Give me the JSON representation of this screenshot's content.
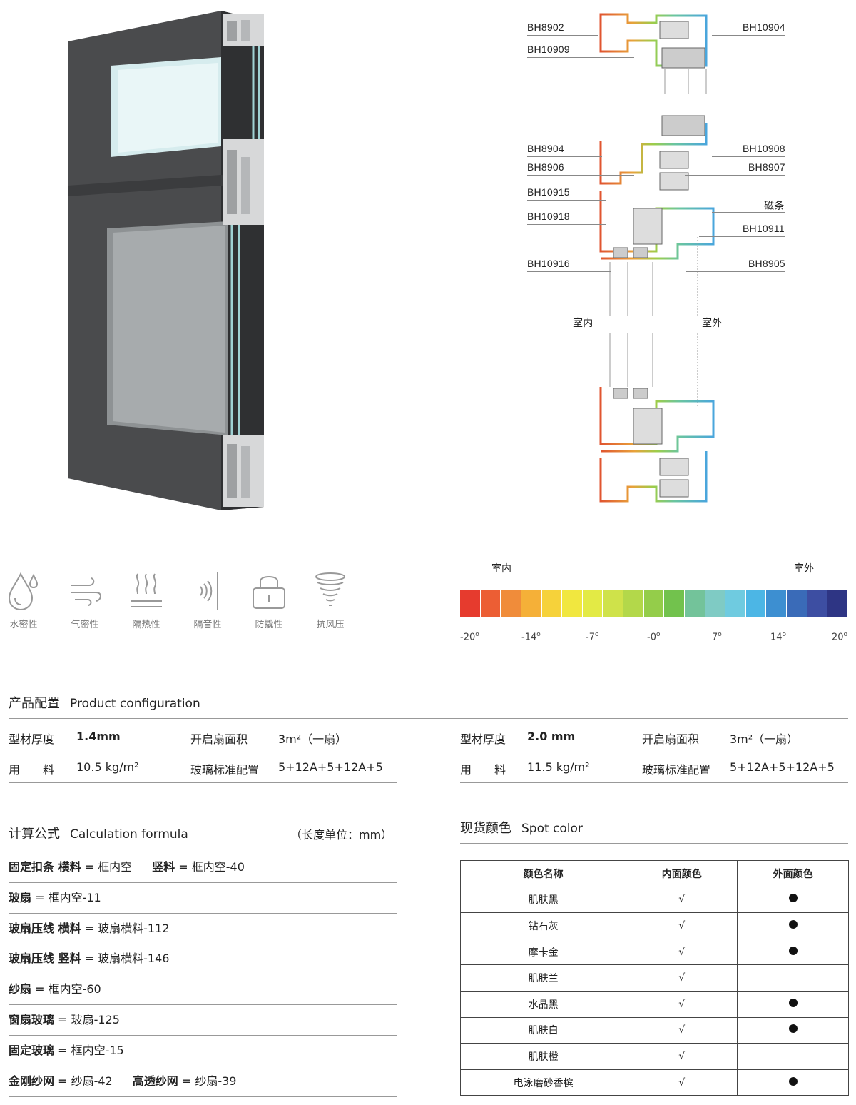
{
  "diagram": {
    "labels_left": [
      "BH8902",
      "BH10909",
      "BH8904",
      "BH8906",
      "BH10915",
      "BH10918",
      "BH10916"
    ],
    "labels_right": [
      "BH10904",
      "BH10908",
      "BH8907",
      "磁条",
      "BH10911",
      "BH8905"
    ],
    "indoor": "室内",
    "outdoor": "室外"
  },
  "features": [
    {
      "label": "水密性",
      "icon": "water-drop-icon"
    },
    {
      "label": "气密性",
      "icon": "wind-icon"
    },
    {
      "label": "隔热性",
      "icon": "heat-icon"
    },
    {
      "label": "隔音性",
      "icon": "sound-icon"
    },
    {
      "label": "防撬性",
      "icon": "lock-icon"
    },
    {
      "label": "抗风压",
      "icon": "tornado-icon"
    }
  ],
  "temperature_scale": {
    "indoor": "室内",
    "outdoor": "室外",
    "ticks": [
      "-20",
      "-14",
      "-7",
      "-0",
      "7",
      "14",
      "20"
    ],
    "colors": [
      "#e63b2e",
      "#ec5e34",
      "#f08c3a",
      "#f5b038",
      "#f6d23a",
      "#f1e73f",
      "#e3ea45",
      "#cfe24a",
      "#b3d84a",
      "#94cd4a",
      "#72c24d",
      "#73c39a",
      "#7fcbc4",
      "#6fcbe0",
      "#4cb6e5",
      "#3d8fd1",
      "#3a6bb8",
      "#3d4ea2",
      "#2e3584"
    ]
  },
  "config": {
    "title_cn": "产品配置",
    "title_en": "Product configuration",
    "left": {
      "thickness_label": "型材厚度",
      "thickness": "1.4mm",
      "area_label": "开启扇面积",
      "area": "3m²（一扇）",
      "material_label": "用　　料",
      "material": "10.5 kg/m²",
      "glass_label": "玻璃标准配置",
      "glass": "5+12A+5+12A+5"
    },
    "right": {
      "thickness_label": "型材厚度",
      "thickness": "2.0 mm",
      "area_label": "开启扇面积",
      "area": "3m²（一扇）",
      "material_label": "用　　料",
      "material": "11.5 kg/m²",
      "glass_label": "玻璃标准配置",
      "glass": "5+12A+5+12A+5"
    }
  },
  "formula": {
    "title_cn": "计算公式",
    "title_en": "Calculation formula",
    "unit": "（长度单位：mm）",
    "rows": [
      {
        "b1": "固定扣条 横料",
        "t1": " = 框内空",
        "b2": "竖料",
        "t2": " = 框内空-40"
      },
      {
        "b1": "玻扇",
        "t1": " = 框内空-11"
      },
      {
        "b1": "玻扇压线 横料",
        "t1": " = 玻扇横料-112"
      },
      {
        "b1": "玻扇压线 竖料",
        "t1": " = 玻扇横料-146"
      },
      {
        "b1": "纱扇",
        "t1": " = 框内空-60"
      },
      {
        "b1": "窗扇玻璃",
        "t1": " = 玻扇-125"
      },
      {
        "b1": "固定玻璃",
        "t1": " = 框内空-15"
      },
      {
        "b1": "金刚纱网",
        "t1": " = 纱扇-42",
        "b2": "高透纱网",
        "t2": " = 纱扇-39"
      }
    ]
  },
  "spot_color": {
    "title_cn": "现货颜色",
    "title_en": "Spot color",
    "headers": [
      "颜色名称",
      "内面颜色",
      "外面颜色"
    ],
    "rows": [
      {
        "name": "肌肤黑",
        "inner": "√",
        "outer": true
      },
      {
        "name": "钻石灰",
        "inner": "√",
        "outer": true
      },
      {
        "name": "摩卡金",
        "inner": "√",
        "outer": true
      },
      {
        "name": "肌肤兰",
        "inner": "√",
        "outer": false
      },
      {
        "name": "水晶黑",
        "inner": "√",
        "outer": true
      },
      {
        "name": "肌肤白",
        "inner": "√",
        "outer": true
      },
      {
        "name": "肌肤橙",
        "inner": "√",
        "outer": false
      },
      {
        "name": "电泳磨砂香槟",
        "inner": "√",
        "outer": true
      }
    ]
  }
}
